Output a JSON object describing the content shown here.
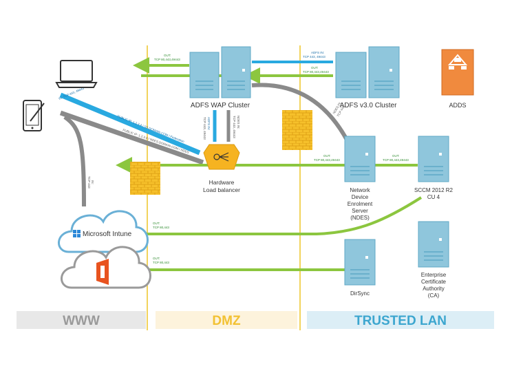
{
  "zones": {
    "www": "WWW",
    "dmz": "DMZ",
    "trusted": "TRUSTED LAN"
  },
  "nodes": {
    "adfs_wap": "ADFS WAP Cluster",
    "adfs_v3": "ADFS v3.0 Cluster",
    "adds": "ADDS",
    "load_balancer": [
      "Hardware",
      "Load balancer"
    ],
    "ndes": [
      "Network",
      "Device",
      "Enrolment",
      "Server",
      "(NDES)"
    ],
    "sccm": [
      "SCCM 2012 R2",
      "CU 4"
    ],
    "dirsync": "DirSync",
    "ca": [
      "Enterprise",
      "Certificate",
      "Authority",
      "(CA)"
    ],
    "intune": "Microsoft Intune"
  },
  "connections": {
    "wap_out": [
      "OUT:",
      "TCP 80,443,49443"
    ],
    "adfs_in": [
      "ADFS IN:",
      "TCP 443, 49443"
    ],
    "adfs_out": [
      "OUT:",
      "TCP 80,443,49443"
    ],
    "public_fed": "PUBLIC IP: 1.2.3.4 / SS.DOMAIN.COM / Federation",
    "public_ndes": "PUBLIC IP: 1.2.3.5 / NDES.DOMAIN.COM / NDES",
    "in_443": "IN: TCP 443, 49443",
    "adfs_in_lb": [
      "ADFS IN:",
      "TCP 443, 49443"
    ],
    "ndes_in_lb": [
      "NDES IN:",
      "TCP 443, 49443"
    ],
    "ndes_in": [
      "NDES IN:",
      "TCP 443"
    ],
    "tcp_443": [
      "IN:",
      "TCP 443"
    ],
    "lb_out": [
      "OUT:",
      "TCP 80,443,49443"
    ],
    "ndes_sccm_out": [
      "OUT:",
      "TCP 80,443,49443"
    ],
    "intune_out": [
      "OUT:",
      "TCP 80,443"
    ],
    "office_out": [
      "OUT:",
      "TCP 80,443"
    ]
  },
  "colors": {
    "server": "#8fc6dc",
    "server_dark": "#5fa8c6",
    "green": "#8cc63f",
    "blue": "#29a9e0",
    "gray": "#8a8a8a",
    "firewall": "#f6c02b",
    "lb": "#f6b321",
    "adds": "#f08a3e",
    "divider": "#f2d35c",
    "www_band": "#e8e8e8",
    "dmz_band": "#fdf3dc",
    "trusted_band": "#dceef6",
    "www_text": "#9a9a9a",
    "dmz_text": "#f2c132",
    "trusted_text": "#3ca6cf",
    "office": "#e8531f"
  },
  "icons": [
    "laptop-icon",
    "tablet-icon",
    "firewall-icon",
    "load-balancer-icon",
    "server-icon",
    "adds-hierarchy-icon",
    "cloud-icon",
    "windows-logo-icon",
    "office-logo-icon"
  ]
}
